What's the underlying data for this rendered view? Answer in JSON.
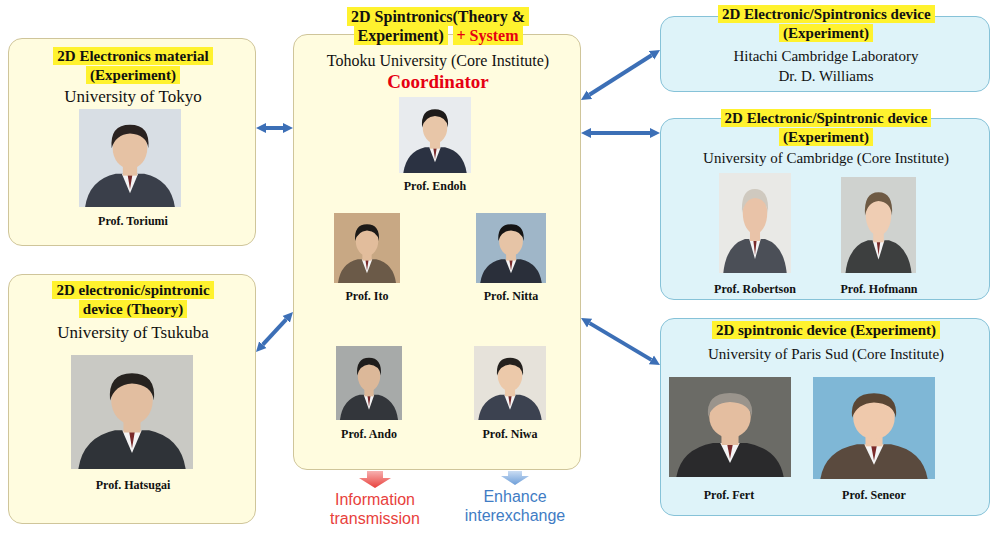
{
  "diagram": {
    "nodes": [
      {
        "text": [
          "2D Electronics material (Experiment)",
          "University of Tokyo",
          "Prof. Toriumi"
        ]
      },
      {
        "text": [
          "2D electronic/spintronic device (Theory)",
          "University of Tsukuba",
          "Prof. Hatsugai"
        ]
      },
      {
        "text": [
          "2D Spintronics(Theory & Experiment)",
          "+ System",
          "Tohoku University (Core Institute)",
          "Coordinator",
          "Prof. Endoh",
          "Prof. Ito",
          "Prof. Nitta",
          "Prof. Ando",
          "Prof. Niwa"
        ]
      },
      {
        "text": [
          "2D Electronic/Spintronics device (Experiment)",
          "Hitachi Cambridge Laboratory",
          "Dr. D. Williams"
        ]
      },
      {
        "text": [
          "2D Electronic/Spintronic device (Experiment)",
          "University of Cambridge (Core Institute)",
          "Prof. Robertson",
          "Prof. Hofmann"
        ]
      },
      {
        "text": [
          "2D spintronic device (Experiment)",
          "University of Paris Sud (Core Institute)",
          "Prof. Fert",
          "Prof. Seneor"
        ]
      }
    ],
    "edges": [
      {
        "from": 0,
        "to": 2,
        "arrow": "both"
      },
      {
        "from": 1,
        "to": 2,
        "arrow": "both"
      },
      {
        "from": 2,
        "to": 3,
        "arrow": "both"
      },
      {
        "from": 2,
        "to": 4,
        "arrow": "both"
      },
      {
        "from": 2,
        "to": 5,
        "arrow": "both"
      }
    ],
    "labels": [
      "Information transmission",
      "Enhance interexchange"
    ]
  }
}
